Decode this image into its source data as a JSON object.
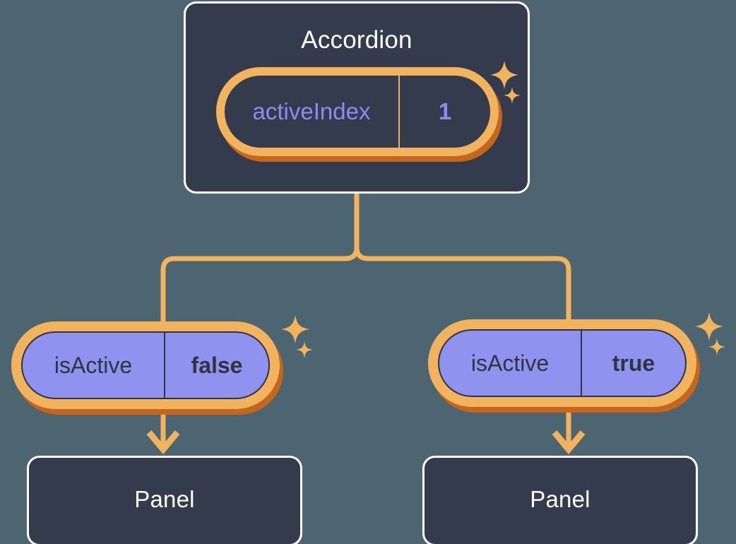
{
  "diagram": {
    "type": "component-tree",
    "background_color": "#4C6570",
    "accent_color": "#F2B35E",
    "accent_shadow_color": "#C4661B",
    "card_color": "#343B4C",
    "pill_fill_color": "#8F93EF",
    "prop_text_color": "#8B8CF0",
    "nodes": {
      "root": {
        "title": "Accordion",
        "prop": {
          "key": "activeIndex",
          "value": "1"
        }
      },
      "children": [
        {
          "prop": {
            "key": "isActive",
            "value": "false"
          },
          "panel_title": "Panel"
        },
        {
          "prop": {
            "key": "isActive",
            "value": "true"
          },
          "panel_title": "Panel"
        }
      ]
    },
    "icons": {
      "sparkle": "sparkle-icon",
      "arrow": "arrow-down-icon"
    }
  }
}
